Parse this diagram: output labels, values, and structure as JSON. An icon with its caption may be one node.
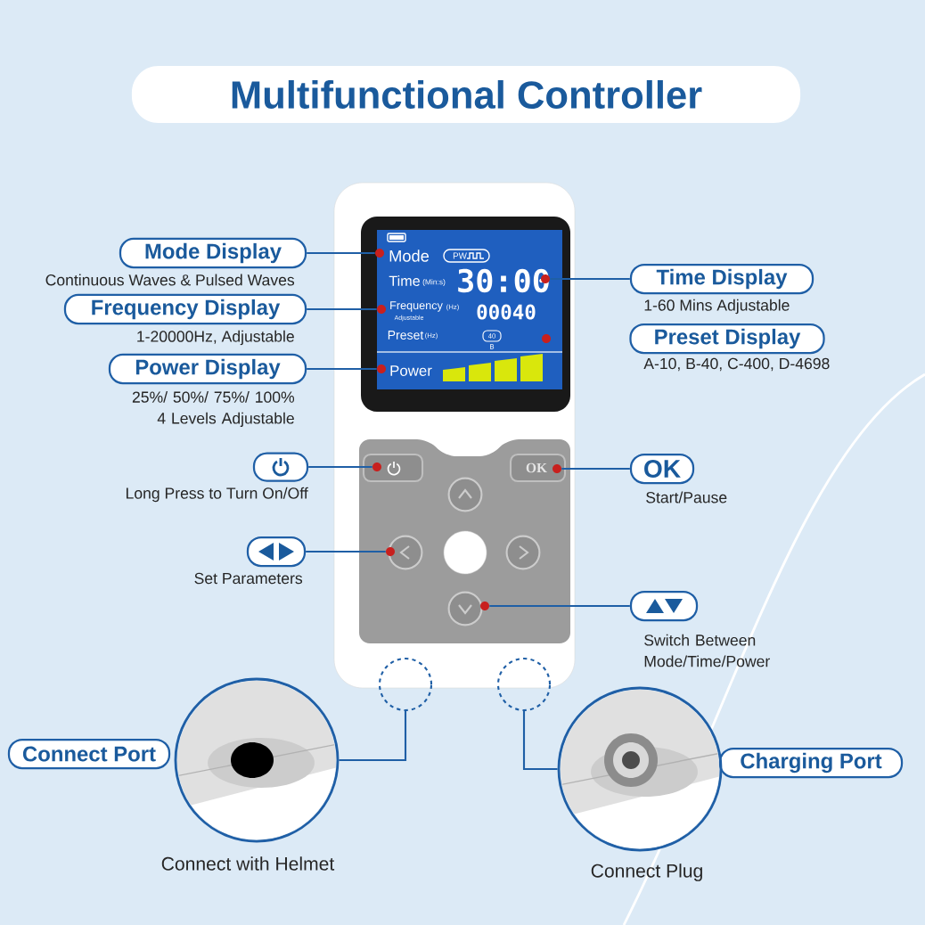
{
  "diagram": {
    "title": "Multifunctional Controller",
    "nodes": [
      {
        "text": [
          "Mode Display"
        ],
        "beside": [
          "Continuous Waves & Pulsed Waves"
        ]
      },
      {
        "text": [
          "Frequency Display"
        ],
        "beside": [
          "1-20000Hz, Adjustable"
        ]
      },
      {
        "text": [
          "Power Display"
        ],
        "beside": [
          "25%/ 50%/ 75%/ 100% 4 Levels Adjustable"
        ]
      },
      {
        "text": [
          "Time Display"
        ],
        "beside": [
          "1-60 Mins Adjustable"
        ]
      },
      {
        "text": [
          "Preset Display"
        ],
        "beside": [
          "A-10, B-40, C-400, D-4698"
        ]
      },
      {
        "text": [],
        "shape": "box",
        "beside": [
          "Long Press to Turn On/Off"
        ]
      },
      {
        "text": [
          "OK"
        ],
        "beside": [
          "Start/Pause"
        ]
      },
      {
        "text": [],
        "shape": "box",
        "beside": [
          "Set Parameters"
        ]
      },
      {
        "text": [],
        "shape": "box",
        "beside": [
          "Switch Between Mode/Time/Power"
        ]
      },
      {
        "text": [
          "Connect Port"
        ]
      },
      {
        "text": [
          "Charging Port"
        ]
      },
      {
        "text": [],
        "shape": "picture",
        "beside": [
          "Connect with Helmet"
        ]
      },
      {
        "text": [],
        "shape": "picture",
        "beside": [
          "Connect Plug"
        ]
      },
      {
        "text": [],
        "shape": "circle"
      },
      {
        "text": [],
        "shape": "circle"
      },
      {
        "text": [],
        "shape": "dot"
      },
      {
        "text": [],
        "shape": "dot"
      },
      {
        "text": [],
        "shape": "dot"
      },
      {
        "text": [],
        "shape": "dot"
      },
      {
        "text": [],
        "shape": "dot"
      },
      {
        "text": [],
        "shape": "dot"
      },
      {
        "text": [],
        "shape": "dot"
      },
      {
        "text": [],
        "shape": "dot"
      },
      {
        "text": [],
        "shape": "dot"
      }
    ],
    "edges": [
      {
        "from": 0,
        "to": 15,
        "arrow": "none"
      },
      {
        "from": 1,
        "to": 16,
        "arrow": "none"
      },
      {
        "from": 2,
        "to": 17,
        "arrow": "none"
      },
      {
        "from": 3,
        "to": 18,
        "arrow": "none"
      },
      {
        "from": 5,
        "to": 20,
        "arrow": "none"
      },
      {
        "from": 6,
        "to": 21,
        "arrow": "none"
      },
      {
        "from": 7,
        "to": 22,
        "arrow": "none"
      },
      {
        "from": 8,
        "to": 23,
        "arrow": "none"
      },
      {
        "from": 11,
        "to": 13,
        "arrow": "none"
      },
      {
        "from": 12,
        "to": 14,
        "arrow": "none"
      }
    ],
    "labels": [
      "Mode",
      "PW",
      "Time",
      "(Min:s)",
      "30:00",
      "Frequency",
      "(Hz)",
      "Adjustable",
      "00040",
      "Preset",
      "(Hz)",
      "40",
      "B",
      "Power",
      "OK"
    ]
  }
}
